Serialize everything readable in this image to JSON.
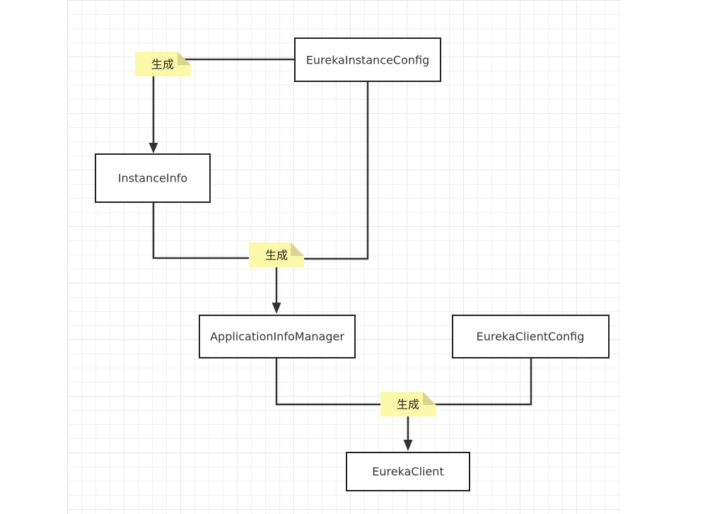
{
  "diagram": {
    "nodes": {
      "eureka_instance_config": "EurekaInstanceConfig",
      "instance_info": "InstanceInfo",
      "application_info_manager": "ApplicationInfoManager",
      "eureka_client_config": "EurekaClientConfig",
      "eureka_client": "EurekaClient"
    },
    "notes": [
      "生成",
      "生成",
      "生成"
    ]
  },
  "colors": {
    "line": "#333333",
    "note_fill": "#fcf8a9",
    "note_fold": "#d9d48e"
  }
}
